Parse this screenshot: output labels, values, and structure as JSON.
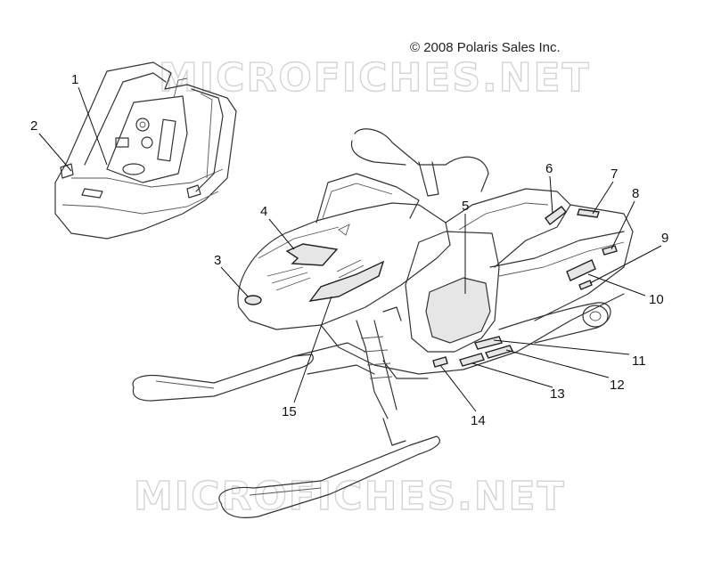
{
  "copyright": "© 2008 Polaris Sales Inc.",
  "watermarks": [
    "MICROFICHES.NET",
    "MICROFICHES.NET"
  ],
  "callouts": [
    "1",
    "2",
    "3",
    "4",
    "5",
    "6",
    "7",
    "8",
    "9",
    "10",
    "11",
    "12",
    "13",
    "14",
    "15"
  ],
  "colors": {
    "line": "#333333",
    "decal_fill": "#e6e6e6",
    "watermark": "#d4d4d4"
  }
}
